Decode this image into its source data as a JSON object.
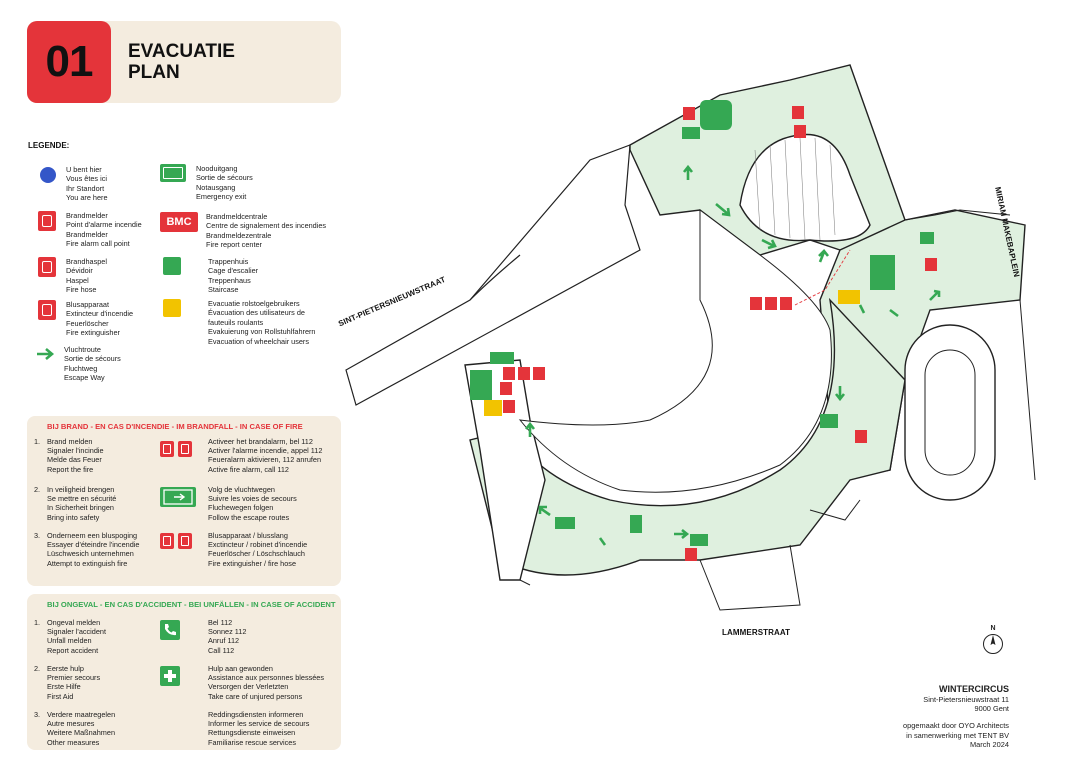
{
  "header": {
    "number": "01",
    "title_line1": "EVACUATIE",
    "title_line2": "PLAN"
  },
  "legend": {
    "title": "LEGENDE:",
    "items": [
      {
        "icon": "you-are-here-dot",
        "lines": [
          "U bent hier",
          "Vous êtes ici",
          "Ihr Standort",
          "You are here"
        ]
      },
      {
        "icon": "fire-alarm-icon",
        "lines": [
          "Brandmelder",
          "Point d'alarme incendie",
          "Brandmelder",
          "Fire alarm call point"
        ]
      },
      {
        "icon": "fire-hose-icon",
        "lines": [
          "Brandhaspel",
          "Dévidoir",
          "Haspel",
          "Fire hose"
        ]
      },
      {
        "icon": "extinguisher-icon",
        "lines": [
          "Blusapparaat",
          "Extincteur d'incendie",
          "Feuerlöscher",
          "Fire extinguisher"
        ]
      },
      {
        "icon": "escape-arrow-icon",
        "lines": [
          "Vluchtroute",
          "Sortie de sécours",
          "Fluchtweg",
          "Escape Way"
        ]
      },
      {
        "icon": "emergency-exit-icon",
        "lines": [
          "Nooduitgang",
          "Sortie de sécours",
          "Notausgang",
          "Emergency exit"
        ]
      },
      {
        "icon": "bmc-icon",
        "badge": "BMC",
        "lines": [
          "Brandmeldcentrale",
          "Centre de signalement des incendies",
          "Brandmeldezentrale",
          "Fire report center"
        ]
      },
      {
        "icon": "staircase-icon",
        "lines": [
          "Trappenhuis",
          "Cage d'escalier",
          "Treppenhaus",
          "Staircase"
        ]
      },
      {
        "icon": "wheelchair-evac-icon",
        "lines": [
          "Evacuatie rolstoelgebruikers",
          "Évacuation des utilisateurs de",
          "fauteuils roulants",
          "Evakuierung von Rollstuhlfahrern",
          "Evacuation of wheelchair users"
        ]
      }
    ]
  },
  "fire": {
    "heading": "BIJ BRAND - EN CAS D'INCENDIE - IM BRANDFALL - IN CASE OF FIRE",
    "steps": [
      {
        "n": "1.",
        "lines": [
          "Brand melden",
          "Signaler l'incindie",
          "Melde das Feuer",
          "Report the fire"
        ],
        "actions": [
          "Activeer het brandalarm, bel 112",
          "Activer l'alarme incendie, appel 112",
          "Feueralarm aktivieren, 112 anrufen",
          "Active fire alarm, call 112"
        ]
      },
      {
        "n": "2.",
        "lines": [
          "In veiligheid brengen",
          "Se mettre en sécurité",
          "In Sicherheit bringen",
          "Bring into safety"
        ],
        "actions": [
          "Volg de vluchtwegen",
          "Suivre les voies de secours",
          "Fluchewegen folgen",
          "Follow the escape routes"
        ]
      },
      {
        "n": "3.",
        "lines": [
          "Onderneem een bluspoging",
          "Essayer d'éteindre l'incendie",
          "Lüschwesich unternehmen",
          "Attempt to extinguish fire"
        ],
        "actions": [
          "Blusapparaat / blusslang",
          "Exctincteur / robinet d'incendie",
          "Feuerlöscher / Löschschlauch",
          "Fire extinguisher / fire hose"
        ]
      }
    ]
  },
  "accident": {
    "heading": "BIJ ONGEVAL - EN CAS D'ACCIDENT - BEI UNFÄLLEN - IN CASE OF ACCIDENT",
    "steps": [
      {
        "n": "1.",
        "lines": [
          "Ongeval melden",
          "Signaler l'accident",
          "Unfall melden",
          "Report accident"
        ],
        "actions": [
          "Bel 112",
          "Sonnez 112",
          "Anruf 112",
          "Call 112"
        ]
      },
      {
        "n": "2.",
        "lines": [
          "Eerste hulp",
          "Premier secours",
          "Erste Hilfe",
          "First Aid"
        ],
        "actions": [
          "Hulp aan gewonden",
          "Assistance aux personnes blessées",
          "Versorgen der Verletzten",
          "Take care of unjured persons"
        ]
      },
      {
        "n": "3.",
        "lines": [
          "Verdere maatregelen",
          "Autre mesures",
          "Weitere Maßnahmen",
          "Other measures"
        ],
        "actions": [
          "Reddingsdiensten informeren",
          "Informer les service de secours",
          "Rettungsdienste einweisen",
          "Familiarise rescue services"
        ]
      }
    ]
  },
  "map": {
    "streets": {
      "sint_pieters": "SINT-PIETERSNIEUWSTRAAT",
      "lammer": "LAMMERSTRAAT",
      "miriam": "MIRIAM MAKEBAPLEIN"
    },
    "compass": "N",
    "colors": {
      "escape_route": "#dff0df",
      "staircase": "#35a853",
      "wheelchair": "#f2c300",
      "alarm": "#e4343a",
      "arrow": "#35a853"
    }
  },
  "info": {
    "building": "WINTERCIRCUS",
    "address1": "Sint-Pietersnieuwstraat 11",
    "address2": "9000 Gent",
    "credit1": "opgemaakt door OYO Architects",
    "credit2": "in samenwerking met TENT BV",
    "date": "March 2024"
  }
}
